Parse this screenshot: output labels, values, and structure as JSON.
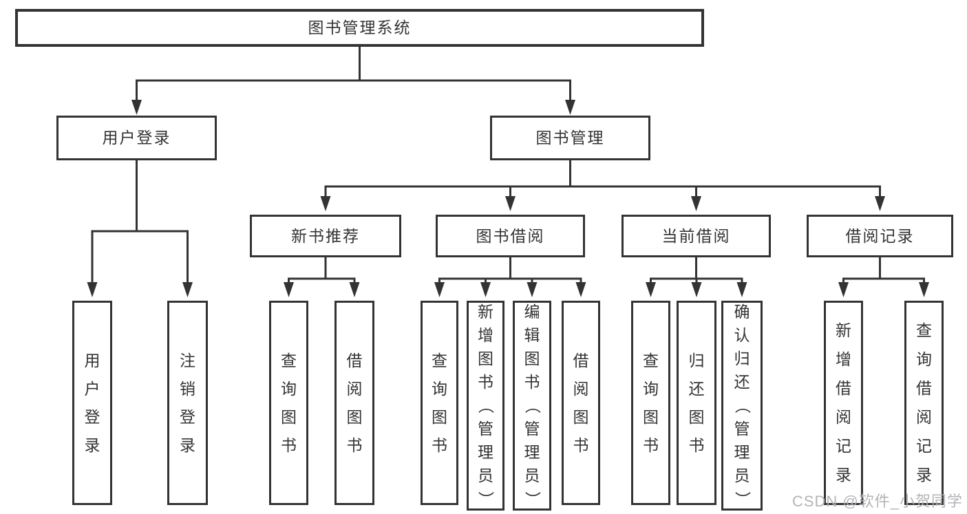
{
  "tree": {
    "label": "图书管理系统",
    "children": [
      {
        "label": "用户登录",
        "children": [
          {
            "label": "用户登录"
          },
          {
            "label": "注销登录"
          }
        ]
      },
      {
        "label": "图书管理",
        "children": [
          {
            "label": "新书推荐",
            "children": [
              {
                "label": "查询图书"
              },
              {
                "label": "借阅图书"
              }
            ]
          },
          {
            "label": "图书借阅",
            "children": [
              {
                "label": "查询图书"
              },
              {
                "label": "新增图书（管理员）"
              },
              {
                "label": "编辑图书（管理员）"
              },
              {
                "label": "借阅图书"
              }
            ]
          },
          {
            "label": "当前借阅",
            "children": [
              {
                "label": "查询图书"
              },
              {
                "label": "归还图书"
              },
              {
                "label": "确认归还（管理员）"
              }
            ]
          },
          {
            "label": "借阅记录",
            "children": [
              {
                "label": "新增借阅记录"
              },
              {
                "label": "查询借阅记录"
              }
            ]
          }
        ]
      }
    ]
  },
  "watermark": "CSDN @软件_小贺同学",
  "colors": {
    "line": "#333333",
    "text": "#333333",
    "watermark": "#b0b0b5",
    "background": "#ffffff"
  }
}
